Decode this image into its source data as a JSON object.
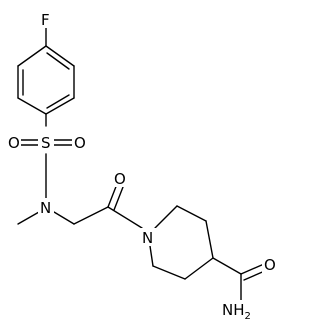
{
  "molecule": {
    "atoms": {
      "F": "F",
      "S": "S",
      "O_top": "O",
      "O_bottom": "O",
      "N_sulfonamide": "N",
      "O_carbonyl": "O",
      "N_piperidine": "N",
      "O_amide": "O",
      "NH2_N": "NH",
      "NH2_sub": "2"
    }
  }
}
